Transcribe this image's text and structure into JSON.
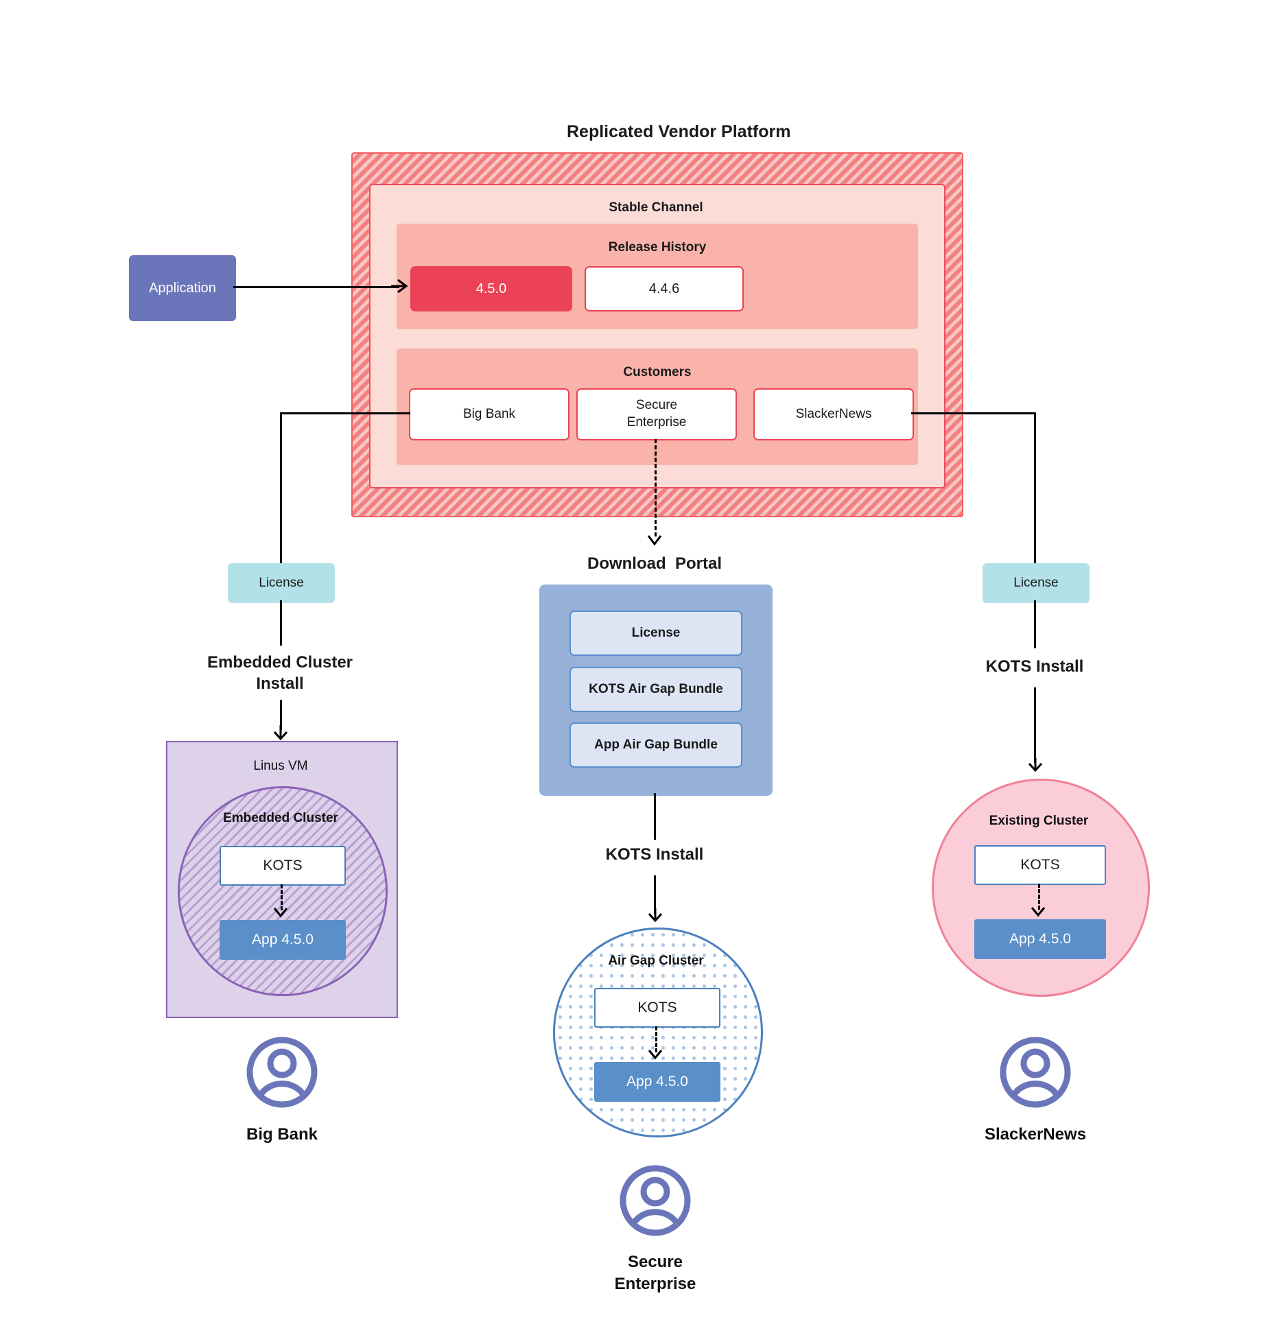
{
  "platform": {
    "title": "Replicated Vendor Platform",
    "channel_title": "Stable Channel",
    "release_history": {
      "title": "Release History",
      "releases": [
        {
          "version": "4.5.0",
          "state": "active"
        },
        {
          "version": "4.4.6",
          "state": "previous"
        }
      ]
    },
    "customers": {
      "title": "Customers",
      "items": [
        {
          "name": "Big Bank"
        },
        {
          "name": "Secure\nEnterprise"
        },
        {
          "name": "SlackerNews"
        }
      ]
    }
  },
  "application": {
    "label": "Application"
  },
  "licenses": {
    "left_label": "License",
    "right_label": "License"
  },
  "install_labels": {
    "embedded": "Embedded Cluster\nInstall",
    "airgap_kots": "KOTS Install",
    "existing_kots": "KOTS Install"
  },
  "download_portal": {
    "title": "Download  Portal",
    "items": [
      {
        "label": "License"
      },
      {
        "label": "KOTS Air Gap Bundle"
      },
      {
        "label": "App Air Gap Bundle"
      }
    ]
  },
  "clusters": {
    "linux_vm": {
      "vm_title": "Linus VM",
      "circle_title": "Embedded Cluster",
      "kots": "KOTS",
      "app": "App 4.5.0"
    },
    "air_gap": {
      "title": "Air Gap Cluster",
      "kots": "KOTS",
      "app": "App 4.5.0"
    },
    "existing": {
      "title": "Existing Cluster",
      "kots": "KOTS",
      "app": "App 4.5.0"
    }
  },
  "personas": [
    {
      "icon": "user-avatar-icon",
      "label": "Big Bank"
    },
    {
      "icon": "user-avatar-icon",
      "label": "Secure\nEnterprise"
    },
    {
      "icon": "user-avatar-icon",
      "label": "SlackerNews"
    }
  ],
  "colors": {
    "platform_fill": "#f28080",
    "channel_fill": "#fbdcd7",
    "subpanel_fill": "#f9b3aa",
    "release_active": "#ec4257",
    "application": "#6b75ba",
    "license": "#b3e1e8",
    "portal": "#96b2d9",
    "portal_item": "#dde4f4",
    "vm": "#ddd2ea",
    "vm_border": "#8b62b5",
    "airgap_border": "#4a7fbf",
    "existing_fill": "#fbcdd8",
    "existing_border": "#f08098",
    "app_version": "#5b8fc9",
    "persona": "#6b75ba"
  }
}
